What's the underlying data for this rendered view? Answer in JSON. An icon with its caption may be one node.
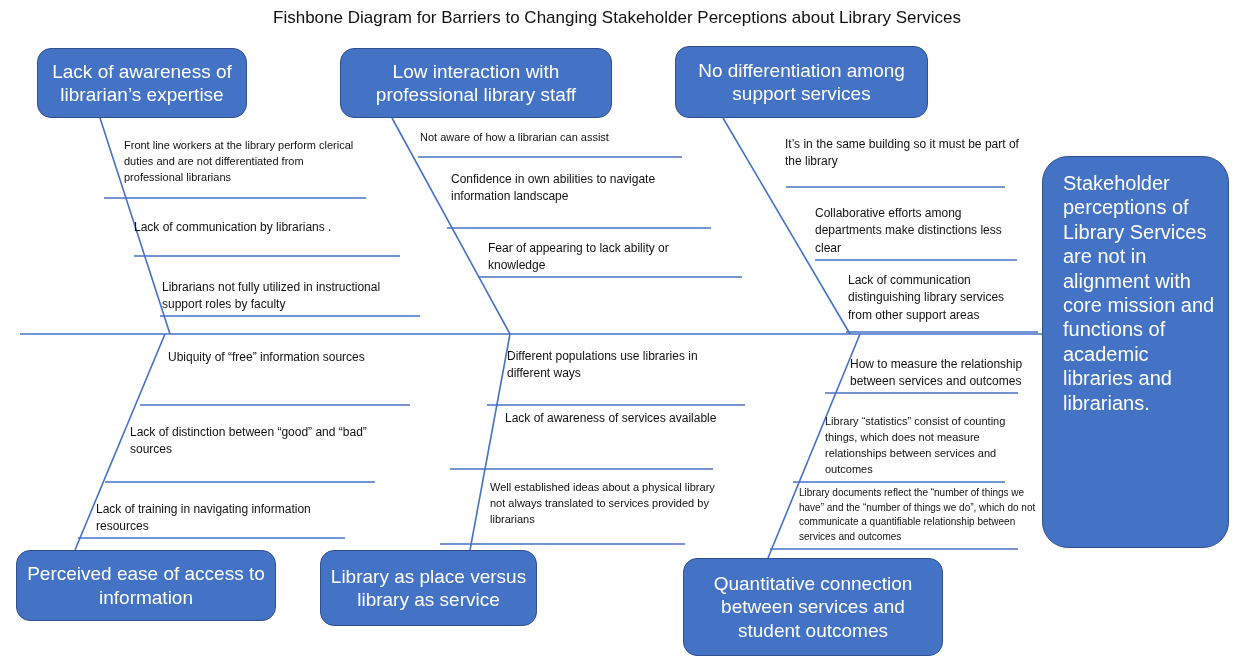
{
  "diagram": {
    "title": "Fishbone Diagram for Barriers to Changing Stakeholder Perceptions about Library Services",
    "nodes": [
      {
        "text": [
          "Lack of awareness of librarian’s expertise"
        ]
      },
      {
        "text": [
          "Low interaction with professional library staff"
        ]
      },
      {
        "text": [
          "No differentiation among support services"
        ]
      },
      {
        "text": [
          "Stakeholder perceptions of Library Services are not in alignment with core mission and functions of academic libraries and librarians."
        ]
      },
      {
        "text": [
          "Perceived ease of access to information"
        ]
      },
      {
        "text": [
          "Library as place versus library as service"
        ]
      },
      {
        "text": [
          "Quantitative connection between services and student outcomes"
        ]
      }
    ],
    "edges": [
      {
        "from": null,
        "to": 3,
        "arrow": "none"
      },
      {
        "from": 0,
        "to": null,
        "arrow": "none"
      },
      {
        "from": 1,
        "to": null,
        "arrow": "none"
      },
      {
        "from": 2,
        "to": null,
        "arrow": "none"
      },
      {
        "from": 4,
        "to": null,
        "arrow": "none"
      },
      {
        "from": 5,
        "to": null,
        "arrow": "none"
      },
      {
        "from": 6,
        "to": null,
        "arrow": "none"
      }
    ],
    "labels": [
      "Front line workers at the library perform clerical duties and are not differentiated from professional librarians",
      "Lack of communication by librarians .",
      "Librarians not fully utilized in instructional support roles by faculty",
      "Not aware of how a librarian can assist",
      "Confidence in own abilities to navigate information landscape",
      "Fear of appearing to lack ability or knowledge",
      "It’s in the same building so it must be part of the library",
      "Collaborative efforts among departments make distinctions less clear",
      "Lack of communication distinguishing library services from other support areas",
      "Ubiquity of “free” information sources",
      "Lack of distinction between “good” and “bad” sources",
      "Lack of training in navigating information resources",
      "Different populations use libraries in different ways",
      "Lack of awareness of services available",
      "Well established ideas about a physical library not always translated to services provided by librarians",
      "How to measure the relationship between services and outcomes",
      "Library “statistics” consist of counting things, which does not measure relationships between services and outcomes",
      "Library documents reflect the “number of things we have” and the “number of things we do”, which do not communicate a quantifiable relationship between services and outcomes"
    ]
  }
}
